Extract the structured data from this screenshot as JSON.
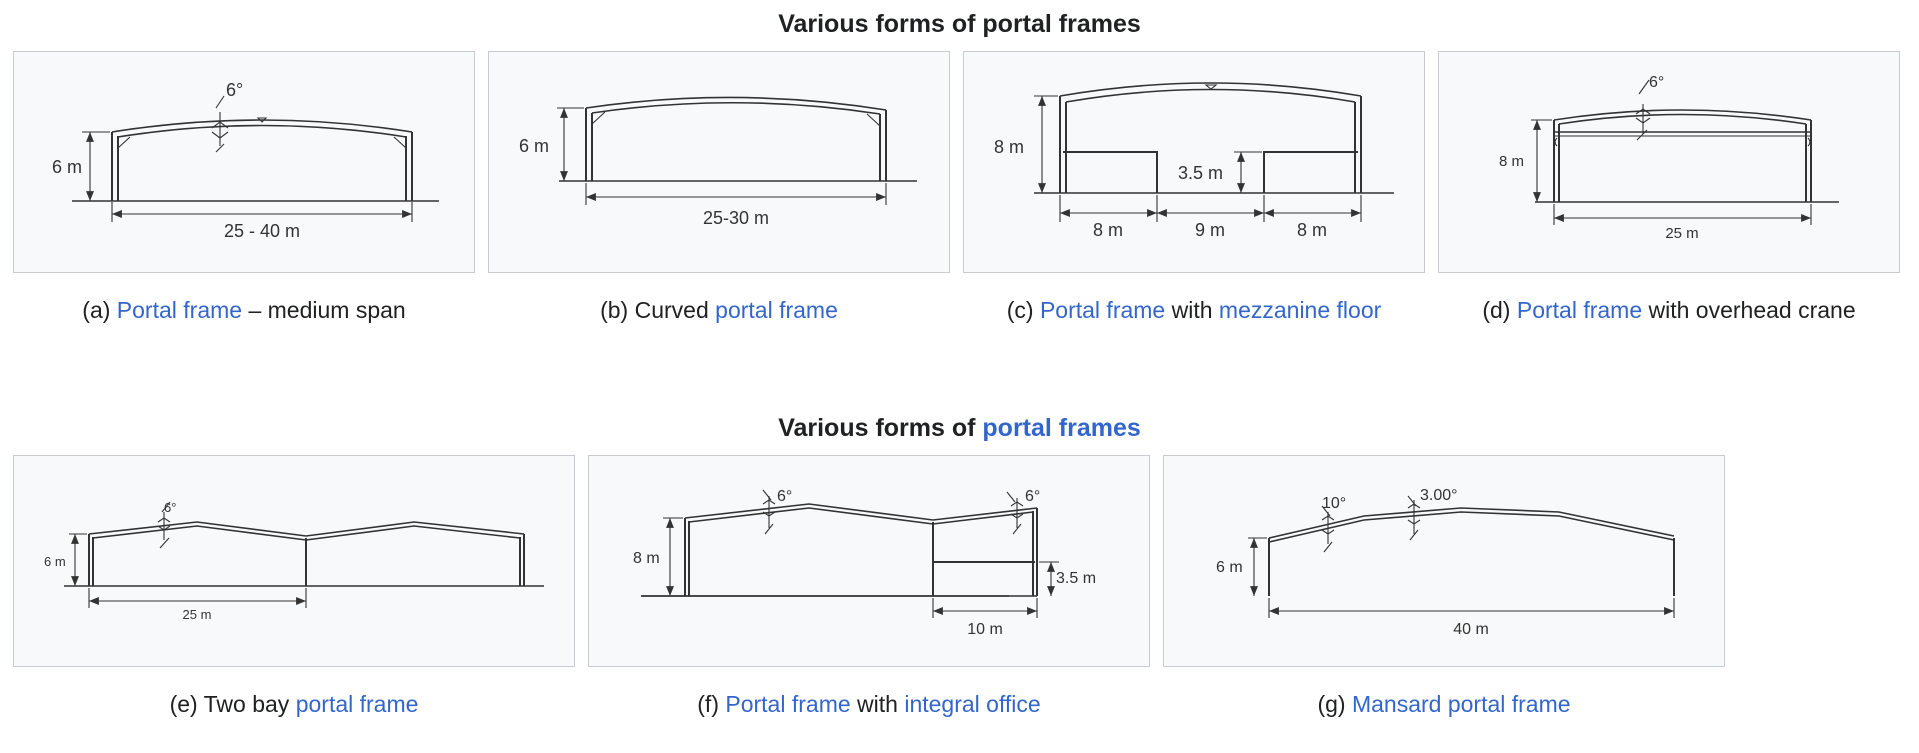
{
  "gallery1": {
    "title": "Various forms of portal frames"
  },
  "gallery2": {
    "title_prefix": "Various forms of ",
    "title_link": "portal frames"
  },
  "a": {
    "prefix": "(a) ",
    "link": "Portal frame",
    "suffix": " – medium span",
    "angle": "6°",
    "height": "6 m",
    "span": "25 - 40 m"
  },
  "b": {
    "prefix": "(b) Curved ",
    "link": "portal frame",
    "height": "6 m",
    "span": "25-30 m"
  },
  "c": {
    "prefix": "(c) ",
    "link": "Portal frame",
    "mid": " with ",
    "link2": "mezzanine floor",
    "height": "8 m",
    "mezz": "3.5 m",
    "bay1": "8 m",
    "bay2": "9 m",
    "bay3": "8 m"
  },
  "d": {
    "prefix": "(d) ",
    "link": "Portal frame",
    "suffix": " with overhead crane",
    "angle": "6°",
    "height": "8 m",
    "span": "25 m"
  },
  "e": {
    "prefix": "(e) Two bay ",
    "link": "portal frame",
    "angle": "6°",
    "height": "6 m",
    "span": "25 m"
  },
  "f": {
    "prefix": "(f) ",
    "link": "Portal frame",
    "mid": " with ",
    "link2": "integral office",
    "angle1": "6°",
    "angle2": "6°",
    "height": "8 m",
    "office": "3.5 m",
    "span": "10 m"
  },
  "g": {
    "prefix": "(g) ",
    "link": "Mansard portal frame",
    "angle1": "10°",
    "angle2": "3.00°",
    "height": "6 m",
    "span": "40 m"
  }
}
